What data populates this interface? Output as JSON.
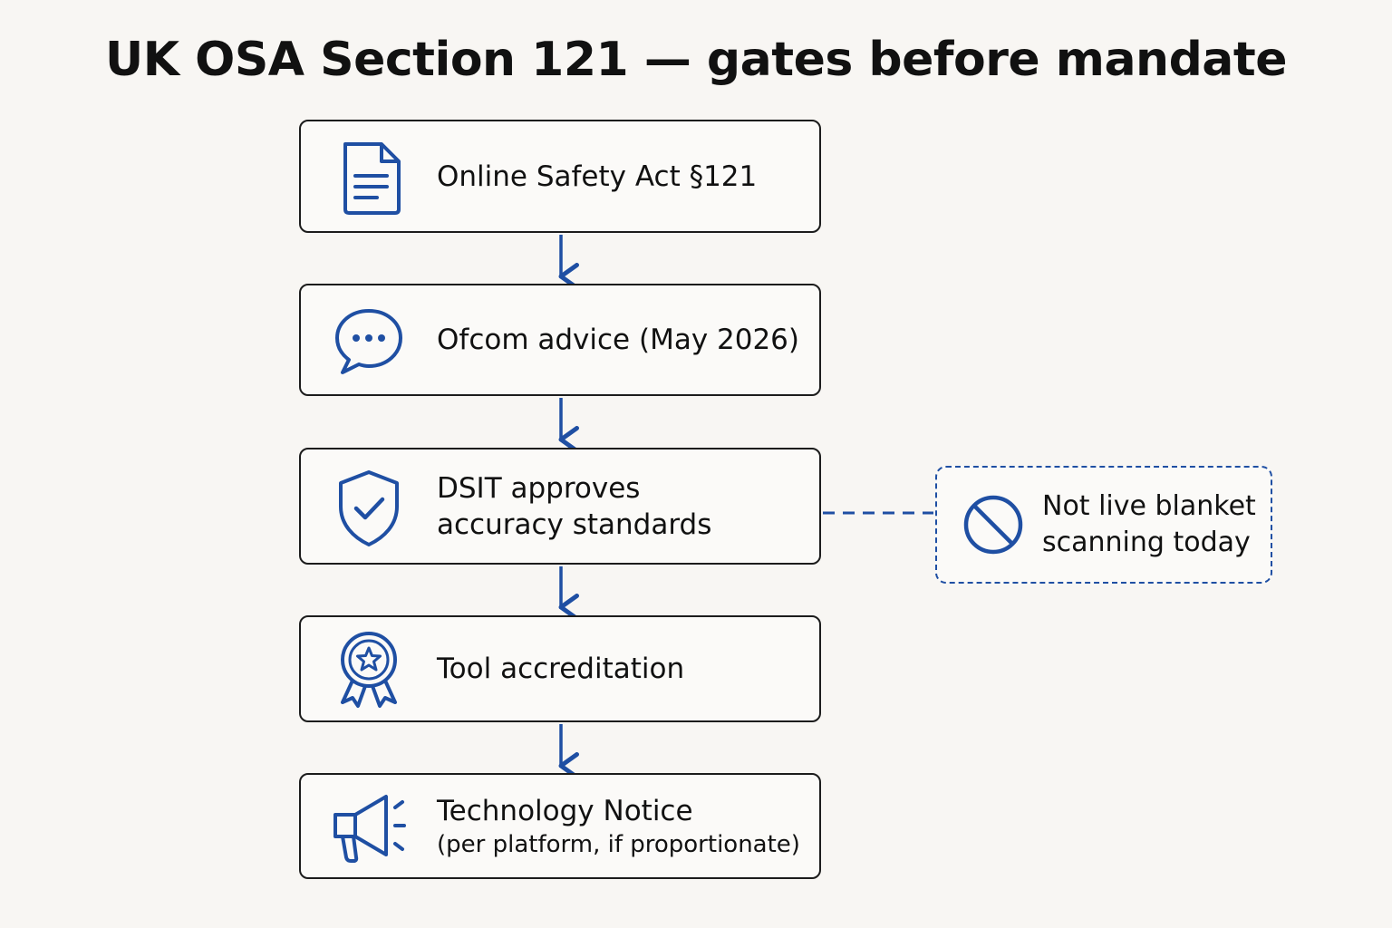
{
  "title": "UK OSA Section 121 — gates before mandate",
  "accent_color": "#1f4fa3",
  "steps": [
    {
      "icon": "document-icon",
      "lines": [
        "Online Safety Act §121"
      ]
    },
    {
      "icon": "chat-bubble-icon",
      "lines": [
        "Ofcom advice (May 2026)"
      ]
    },
    {
      "icon": "shield-check-icon",
      "lines": [
        "DSIT approves",
        "accuracy standards"
      ]
    },
    {
      "icon": "award-badge-icon",
      "lines": [
        "Tool accreditation"
      ]
    },
    {
      "icon": "megaphone-icon",
      "lines": [
        "Technology Notice",
        "(per platform, if proportionate)"
      ]
    }
  ],
  "side_note": {
    "icon": "prohibited-icon",
    "lines": [
      "Not live blanket",
      "scanning today"
    ]
  }
}
